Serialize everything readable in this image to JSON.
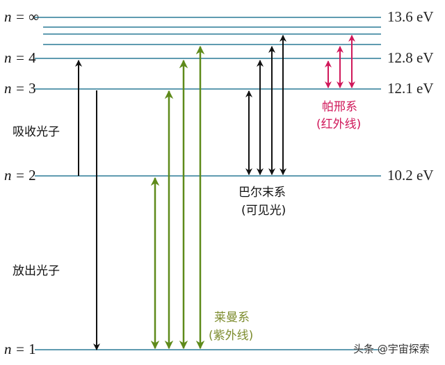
{
  "levels": [
    {
      "n": "∞",
      "energy": "13.6 eV"
    },
    {
      "n": "4",
      "energy": "12.8 eV"
    },
    {
      "n": "3",
      "energy": "12.1 eV"
    },
    {
      "n": "2",
      "energy": "10.2 eV"
    },
    {
      "n": "1",
      "energy": ""
    }
  ],
  "n_prefix": "n = ",
  "labels": {
    "absorb": "吸收光子",
    "emit": "放出光子",
    "balmer": "巴尔末系",
    "balmer_sub": "(可见光)",
    "paschen": "帕邢系",
    "paschen_sub": "(红外线)",
    "lyman": "莱曼系",
    "lyman_sub": "(紫外线)"
  },
  "watermark": "头条 @宇宙探索",
  "colors": {
    "level_line": "#5f9bb0",
    "lyman": "#5e8a1a",
    "lyman_text": "#7d8c2e",
    "balmer": "#111111",
    "paschen": "#d0185a"
  }
}
